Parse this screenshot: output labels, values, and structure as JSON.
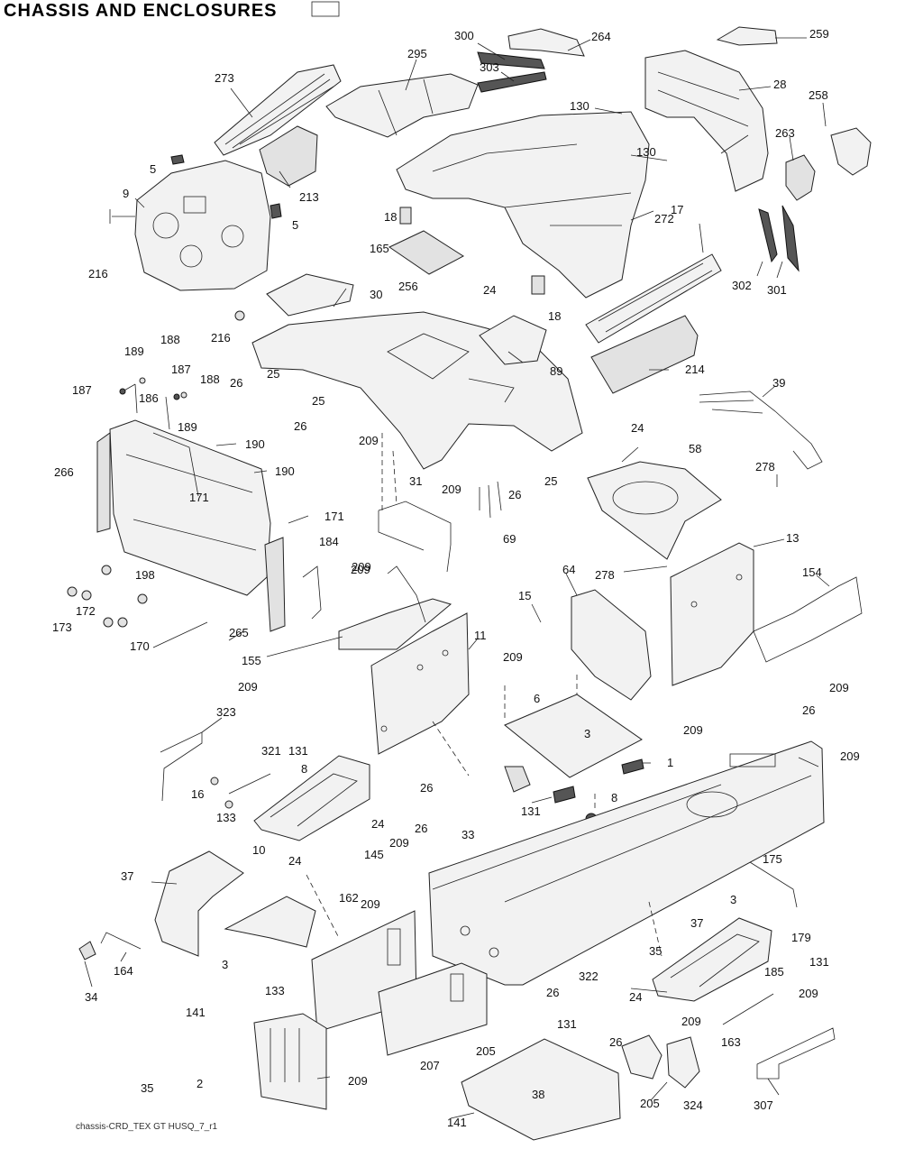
{
  "header": {
    "title": "CHASSIS AND ENCLOSURES"
  },
  "footer": {
    "code": "chassis-CRD_TEX GT HUSQ_7_r1"
  },
  "callouts": [
    {
      "id": "c300",
      "label": "300"
    },
    {
      "id": "c264",
      "label": "264"
    },
    {
      "id": "c259",
      "label": "259"
    },
    {
      "id": "c273",
      "label": "273"
    },
    {
      "id": "c295",
      "label": "295"
    },
    {
      "id": "c303",
      "label": "303"
    },
    {
      "id": "c28",
      "label": "28"
    },
    {
      "id": "c130a",
      "label": "130"
    },
    {
      "id": "c258",
      "label": "258"
    },
    {
      "id": "c130b",
      "label": "130"
    },
    {
      "id": "c263",
      "label": "263"
    },
    {
      "id": "c5a",
      "label": "5"
    },
    {
      "id": "c213",
      "label": "213"
    },
    {
      "id": "c9",
      "label": "9"
    },
    {
      "id": "c18a",
      "label": "18"
    },
    {
      "id": "c17",
      "label": "17"
    },
    {
      "id": "c5b",
      "label": "5"
    },
    {
      "id": "c165",
      "label": "165"
    },
    {
      "id": "c272",
      "label": "272"
    },
    {
      "id": "c216a",
      "label": "216"
    },
    {
      "id": "c256",
      "label": "256"
    },
    {
      "id": "c24a",
      "label": "24"
    },
    {
      "id": "c302",
      "label": "302"
    },
    {
      "id": "c301",
      "label": "301"
    },
    {
      "id": "c30",
      "label": "30"
    },
    {
      "id": "c18b",
      "label": "18"
    },
    {
      "id": "c216b",
      "label": "216"
    },
    {
      "id": "c189a",
      "label": "189"
    },
    {
      "id": "c188a",
      "label": "188"
    },
    {
      "id": "c89",
      "label": "89"
    },
    {
      "id": "c214",
      "label": "214"
    },
    {
      "id": "c187a",
      "label": "187"
    },
    {
      "id": "c187b",
      "label": "187"
    },
    {
      "id": "c188b",
      "label": "188"
    },
    {
      "id": "c25a",
      "label": "25"
    },
    {
      "id": "c186",
      "label": "186"
    },
    {
      "id": "c26a",
      "label": "26"
    },
    {
      "id": "c25b",
      "label": "25"
    },
    {
      "id": "c39",
      "label": "39"
    },
    {
      "id": "c189b",
      "label": "189"
    },
    {
      "id": "c26b",
      "label": "26"
    },
    {
      "id": "c24b",
      "label": "24"
    },
    {
      "id": "c190a",
      "label": "190"
    },
    {
      "id": "c209a",
      "label": "209"
    },
    {
      "id": "c58",
      "label": "58"
    },
    {
      "id": "c266",
      "label": "266"
    },
    {
      "id": "c190b",
      "label": "190"
    },
    {
      "id": "c25c",
      "label": "25"
    },
    {
      "id": "c278a",
      "label": "278"
    },
    {
      "id": "c31",
      "label": "31"
    },
    {
      "id": "c209b",
      "label": "209"
    },
    {
      "id": "c26c",
      "label": "26"
    },
    {
      "id": "c171a",
      "label": "171"
    },
    {
      "id": "c171b",
      "label": "171"
    },
    {
      "id": "c69",
      "label": "69"
    },
    {
      "id": "c184",
      "label": "184"
    },
    {
      "id": "c13",
      "label": "13"
    },
    {
      "id": "c278b",
      "label": "278"
    },
    {
      "id": "c209c",
      "label": "209"
    },
    {
      "id": "c64",
      "label": "64"
    },
    {
      "id": "c198",
      "label": "198"
    },
    {
      "id": "c154",
      "label": "154"
    },
    {
      "id": "c15",
      "label": "15"
    },
    {
      "id": "c172",
      "label": "172"
    },
    {
      "id": "c173",
      "label": "173"
    },
    {
      "id": "c265",
      "label": "265"
    },
    {
      "id": "c11",
      "label": "11"
    },
    {
      "id": "c170",
      "label": "170"
    },
    {
      "id": "c155",
      "label": "155"
    },
    {
      "id": "c209d",
      "label": "209"
    },
    {
      "id": "c209e",
      "label": "209"
    },
    {
      "id": "c209f",
      "label": "209"
    },
    {
      "id": "c209g",
      "label": "209"
    },
    {
      "id": "c6",
      "label": "6"
    },
    {
      "id": "c323",
      "label": "323"
    },
    {
      "id": "c3a",
      "label": "3"
    },
    {
      "id": "c209h",
      "label": "209"
    },
    {
      "id": "c26d",
      "label": "26"
    },
    {
      "id": "c321",
      "label": "321"
    },
    {
      "id": "c131a",
      "label": "131"
    },
    {
      "id": "c8a",
      "label": "8"
    },
    {
      "id": "c1",
      "label": "1"
    },
    {
      "id": "c209i",
      "label": "209"
    },
    {
      "id": "c26e",
      "label": "26"
    },
    {
      "id": "c16",
      "label": "16"
    },
    {
      "id": "c8b",
      "label": "8"
    },
    {
      "id": "c131b",
      "label": "131"
    },
    {
      "id": "c133a",
      "label": "133"
    },
    {
      "id": "c24c",
      "label": "24"
    },
    {
      "id": "c26f",
      "label": "26"
    },
    {
      "id": "c33",
      "label": "33"
    },
    {
      "id": "c10",
      "label": "10"
    },
    {
      "id": "c24d",
      "label": "24"
    },
    {
      "id": "c209j",
      "label": "209"
    },
    {
      "id": "c145",
      "label": "145"
    },
    {
      "id": "c175",
      "label": "175"
    },
    {
      "id": "c37a",
      "label": "37"
    },
    {
      "id": "c3b",
      "label": "3"
    },
    {
      "id": "c162",
      "label": "162"
    },
    {
      "id": "c209k",
      "label": "209"
    },
    {
      "id": "c37b",
      "label": "37"
    },
    {
      "id": "c179",
      "label": "179"
    },
    {
      "id": "c164",
      "label": "164"
    },
    {
      "id": "c3c",
      "label": "3"
    },
    {
      "id": "c133b",
      "label": "133"
    },
    {
      "id": "c35a",
      "label": "35"
    },
    {
      "id": "c322",
      "label": "322"
    },
    {
      "id": "c131c",
      "label": "131"
    },
    {
      "id": "c185",
      "label": "185"
    },
    {
      "id": "c34",
      "label": "34"
    },
    {
      "id": "c24e",
      "label": "24"
    },
    {
      "id": "c26g",
      "label": "26"
    },
    {
      "id": "c209l",
      "label": "209"
    },
    {
      "id": "c141a",
      "label": "141"
    },
    {
      "id": "c131d",
      "label": "131"
    },
    {
      "id": "c209m",
      "label": "209"
    },
    {
      "id": "c205a",
      "label": "205"
    },
    {
      "id": "c26h",
      "label": "26"
    },
    {
      "id": "c163",
      "label": "163"
    },
    {
      "id": "c207",
      "label": "207"
    },
    {
      "id": "c2",
      "label": "2"
    },
    {
      "id": "c209n",
      "label": "209"
    },
    {
      "id": "c35b",
      "label": "35"
    },
    {
      "id": "c38",
      "label": "38"
    },
    {
      "id": "c205b",
      "label": "205"
    },
    {
      "id": "c324",
      "label": "324"
    },
    {
      "id": "c307",
      "label": "307"
    },
    {
      "id": "c141b",
      "label": "141"
    }
  ]
}
